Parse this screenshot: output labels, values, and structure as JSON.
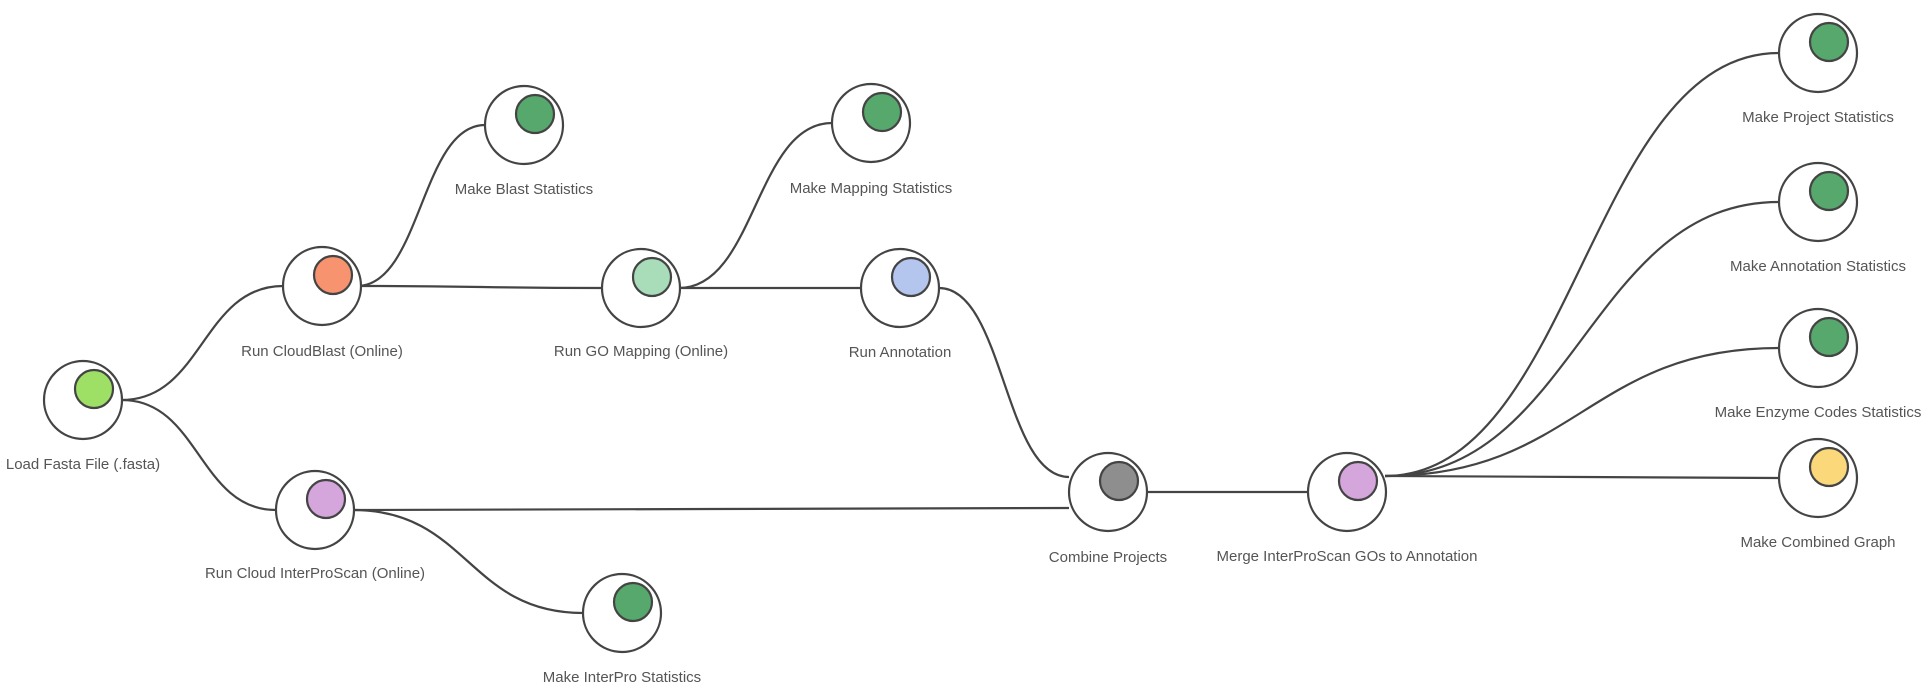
{
  "diagram": {
    "nodes": [
      {
        "id": "load",
        "label": "Load Fasta File (.fasta)",
        "color": "#9ee065"
      },
      {
        "id": "blast",
        "label": "Run CloudBlast (Online)",
        "color": "#f7936f"
      },
      {
        "id": "ips",
        "label": "Run Cloud InterProScan (Online)",
        "color": "#d5a6dc"
      },
      {
        "id": "blaststats",
        "label": "Make Blast Statistics",
        "color": "#56a86c"
      },
      {
        "id": "gomap",
        "label": "Run GO Mapping (Online)",
        "color": "#a9ddba"
      },
      {
        "id": "mapstats",
        "label": "Make Mapping Statistics",
        "color": "#56a86c"
      },
      {
        "id": "annot",
        "label": "Run Annotation",
        "color": "#b4c6ee"
      },
      {
        "id": "ipstats",
        "label": "Make InterPro Statistics",
        "color": "#56a86c"
      },
      {
        "id": "combine",
        "label": "Combine Projects",
        "color": "#8e8e8e"
      },
      {
        "id": "merge",
        "label": "Merge InterProScan GOs to Annotation",
        "color": "#d5a6dc"
      },
      {
        "id": "projstats",
        "label": "Make Project Statistics",
        "color": "#56a86c"
      },
      {
        "id": "annotstats",
        "label": "Make Annotation Statistics",
        "color": "#56a86c"
      },
      {
        "id": "enzstats",
        "label": "Make Enzyme Codes Statistics",
        "color": "#56a86c"
      },
      {
        "id": "graph",
        "label": "Make Combined Graph",
        "color": "#fbd97a"
      }
    ],
    "edges": [
      {
        "from": "load",
        "to": "blast"
      },
      {
        "from": "load",
        "to": "ips"
      },
      {
        "from": "blast",
        "to": "blaststats"
      },
      {
        "from": "blast",
        "to": "gomap"
      },
      {
        "from": "gomap",
        "to": "mapstats"
      },
      {
        "from": "gomap",
        "to": "annot"
      },
      {
        "from": "annot",
        "to": "combine"
      },
      {
        "from": "ips",
        "to": "ipstats"
      },
      {
        "from": "ips",
        "to": "combine"
      },
      {
        "from": "combine",
        "to": "merge"
      },
      {
        "from": "merge",
        "to": "projstats"
      },
      {
        "from": "merge",
        "to": "annotstats"
      },
      {
        "from": "merge",
        "to": "enzstats"
      },
      {
        "from": "merge",
        "to": "graph"
      }
    ]
  }
}
